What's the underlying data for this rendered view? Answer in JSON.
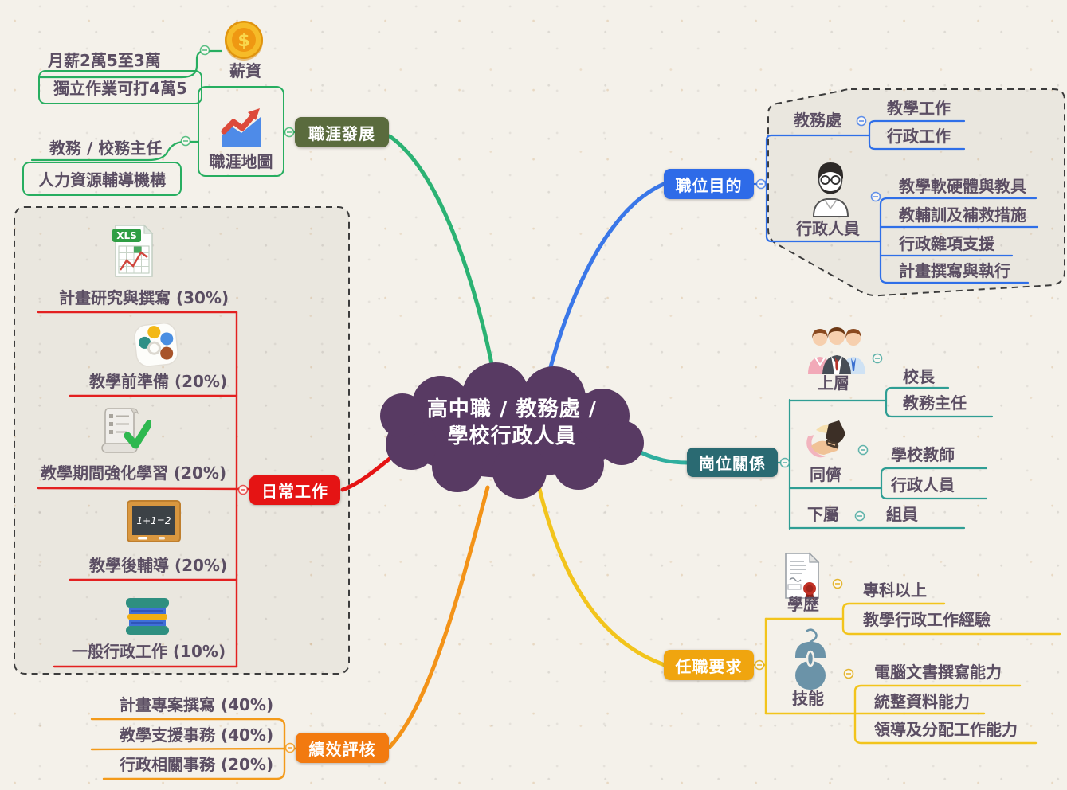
{
  "center": {
    "line1": "高中職 / 教務處 /",
    "line2": "學校行政人員"
  },
  "career": {
    "label": "職涯發展",
    "salary": {
      "label": "薪資",
      "item1": "月薪2萬5至3萬",
      "item2": "獨立作業可打4萬5"
    },
    "map": {
      "label": "職涯地圖",
      "item1": "教務 / 校務主任",
      "item2": "人力資源輔導機構"
    }
  },
  "purpose": {
    "label": "職位目的",
    "office": {
      "label": "教務處",
      "item1": "教學工作",
      "item2": "行政工作"
    },
    "staff": {
      "label": "行政人員",
      "item1": "教學軟硬體與教具",
      "item2": "教輔訓及補救措施",
      "item3": "行政雜項支援",
      "item4": "計畫撰寫與執行"
    }
  },
  "daily": {
    "label": "日常工作",
    "item1": "計畫研究與撰寫 (30%)",
    "item2": "教學前準備 (20%)",
    "item3": "教學期間強化學習 (20%)",
    "item4": "教學後輔導 (20%)",
    "item5": "一般行政工作 (10%)"
  },
  "relations": {
    "label": "崗位關係",
    "upper": {
      "label": "上層",
      "item1": "校長",
      "item2": "教務主任"
    },
    "peer": {
      "label": "同儕",
      "item1": "學校教師",
      "item2": "行政人員"
    },
    "sub": {
      "label": "下屬",
      "item1": "組員"
    }
  },
  "require": {
    "label": "任職要求",
    "edu": {
      "label": "學歷",
      "item1": "專科以上",
      "item2": "教學行政工作經驗"
    },
    "skill": {
      "label": "技能",
      "item1": "電腦文書撰寫能力",
      "item2": "統整資料能力",
      "item3": "領導及分配工作能力"
    }
  },
  "perform": {
    "label": "績效評核",
    "item1": "計畫專案撰寫 (40%)",
    "item2": "教學支援事務 (40%)",
    "item3": "行政相關事務 (20%)"
  },
  "icons": {
    "coin_symbol": "$",
    "xls_label": "XLS",
    "board_formula": "1+1=2",
    "names": [
      "coin-icon",
      "trend-chart-icon",
      "xls-file-icon",
      "palette-icon",
      "checklist-scroll-icon",
      "blackboard-icon",
      "books-stack-icon",
      "man-avatar-icon",
      "people-group-icon",
      "handshake-icon",
      "certificate-icon",
      "mouse-icon"
    ]
  },
  "colors": {
    "background": "#f4f1ea",
    "center_cloud": "#583a63",
    "topic_text": "#5b4e63",
    "career_label": "#5a6b3d",
    "career_line": "#27ae60",
    "career_curve": "#2bb273",
    "purpose_label": "#2e6be8",
    "purpose_line": "#2f6fe8",
    "purpose_curve": "#3a77e8",
    "daily_label": "#e51414",
    "daily_line": "#e32020",
    "daily_curve": "#e51414",
    "relations_label": "#2a6a72",
    "relations_line": "#2f9e94",
    "relations_curve": "#2fae9e",
    "require_label": "#f0a50f",
    "require_line": "#f2c41c",
    "require_curve": "#f2c41c",
    "perform_label": "#f27a10",
    "perform_line": "#f39a1a",
    "perform_curve": "#f39318"
  }
}
